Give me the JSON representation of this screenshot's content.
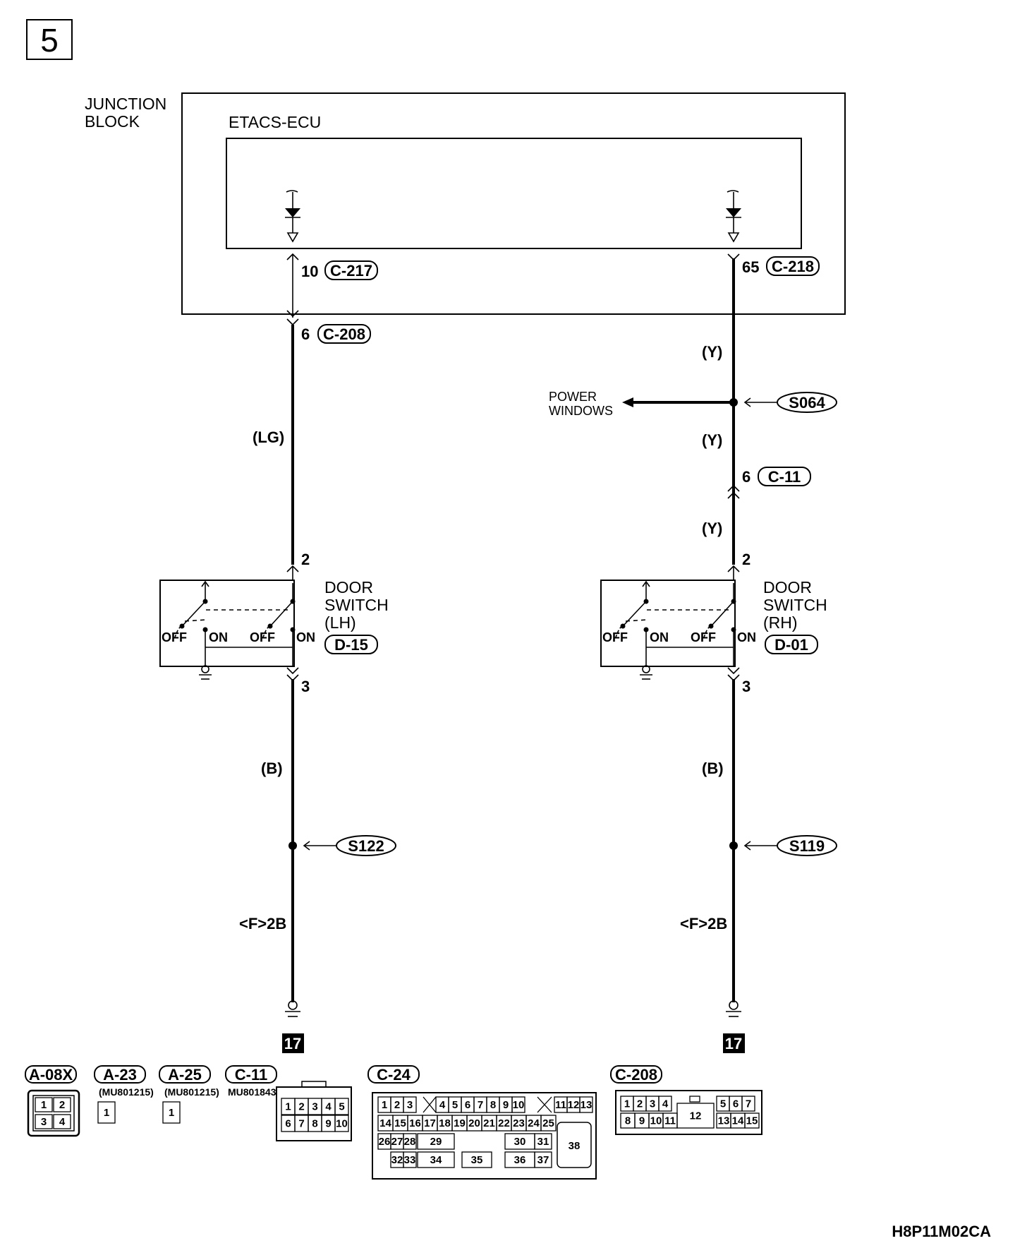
{
  "page_label": "5",
  "junction_block_label_1": "JUNCTION",
  "junction_block_label_2": "BLOCK",
  "ecu_label": "ETACS-ECU",
  "left": {
    "ecu_pin": "10",
    "ecu_connector": "C-217",
    "jb_pin": "6",
    "jb_connector": "C-208",
    "wire_color_top": "(LG)",
    "switch_pin_top": "2",
    "switch_name_1": "DOOR",
    "switch_name_2": "SWITCH",
    "switch_name_3": "(LH)",
    "switch_connector": "D-15",
    "switch_pin_bottom": "3",
    "wire_color_bottom": "(B)",
    "splice": "S122",
    "ground_ref": "<F>2B",
    "next_page": "17"
  },
  "right": {
    "ecu_pin": "65",
    "ecu_connector": "C-218",
    "wire_color_1": "(Y)",
    "power_windows_1": "POWER",
    "power_windows_2": "WINDOWS",
    "splice_top": "S064",
    "wire_color_2": "(Y)",
    "inline_pin": "6",
    "inline_connector": "C-11",
    "wire_color_3": "(Y)",
    "switch_pin_top": "2",
    "switch_name_1": "DOOR",
    "switch_name_2": "SWITCH",
    "switch_name_3": "(RH)",
    "switch_connector": "D-01",
    "switch_pin_bottom": "3",
    "wire_color_bottom": "(B)",
    "splice": "S119",
    "ground_ref": "<F>2B",
    "next_page": "17"
  },
  "switch_positions": {
    "off": "OFF",
    "on": "ON"
  },
  "connectors": [
    {
      "name": "A-08X",
      "part": "",
      "pins": [
        "1",
        "2",
        "3",
        "4"
      ]
    },
    {
      "name": "A-23",
      "part": "(MU801215)",
      "pins": [
        "1"
      ]
    },
    {
      "name": "A-25",
      "part": "(MU801215)",
      "pins": [
        "1"
      ]
    },
    {
      "name": "C-11",
      "part": "MU801843",
      "pins": [
        "1",
        "2",
        "3",
        "4",
        "5",
        "6",
        "7",
        "8",
        "9",
        "10"
      ]
    },
    {
      "name": "C-24",
      "part": "",
      "pins": [
        "1",
        "2",
        "3",
        "4",
        "5",
        "6",
        "7",
        "8",
        "9",
        "10",
        "11",
        "12",
        "13",
        "14",
        "15",
        "16",
        "17",
        "18",
        "19",
        "20",
        "21",
        "22",
        "23",
        "24",
        "25",
        "26",
        "27",
        "28",
        "29",
        "30",
        "31",
        "32",
        "33",
        "34",
        "35",
        "36",
        "37",
        "38"
      ]
    },
    {
      "name": "C-208",
      "part": "",
      "pins": [
        "1",
        "2",
        "3",
        "4",
        "5",
        "6",
        "7",
        "8",
        "9",
        "10",
        "11",
        "12",
        "13",
        "14",
        "15"
      ]
    }
  ],
  "figure_code": "H8P11M02CA"
}
